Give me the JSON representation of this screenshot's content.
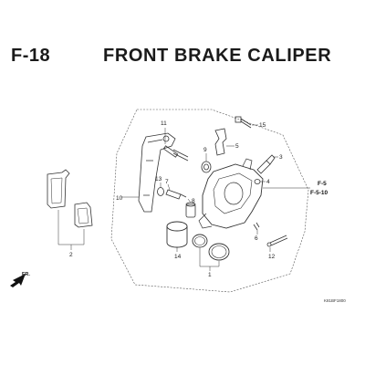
{
  "header": {
    "page_code": "F-18",
    "title": "FRONT BRAKE CALIPER"
  },
  "callouts": {
    "p1": "1",
    "p2": "2",
    "p3": "3",
    "p4": "4",
    "p5": "5",
    "p6": "6",
    "p7": "7",
    "p8": "8",
    "p9": "9",
    "p10": "10",
    "p11": "11",
    "p12": "12",
    "p13": "13",
    "p14": "14",
    "p15": "15"
  },
  "references": {
    "ref_a": "F-5",
    "ref_b": "F-5-10"
  },
  "direction_label": "FR.",
  "diagram_code": "K81BF1800",
  "colors": {
    "line": "#333333",
    "ink": "#1a1a1a",
    "background": "#ffffff"
  }
}
